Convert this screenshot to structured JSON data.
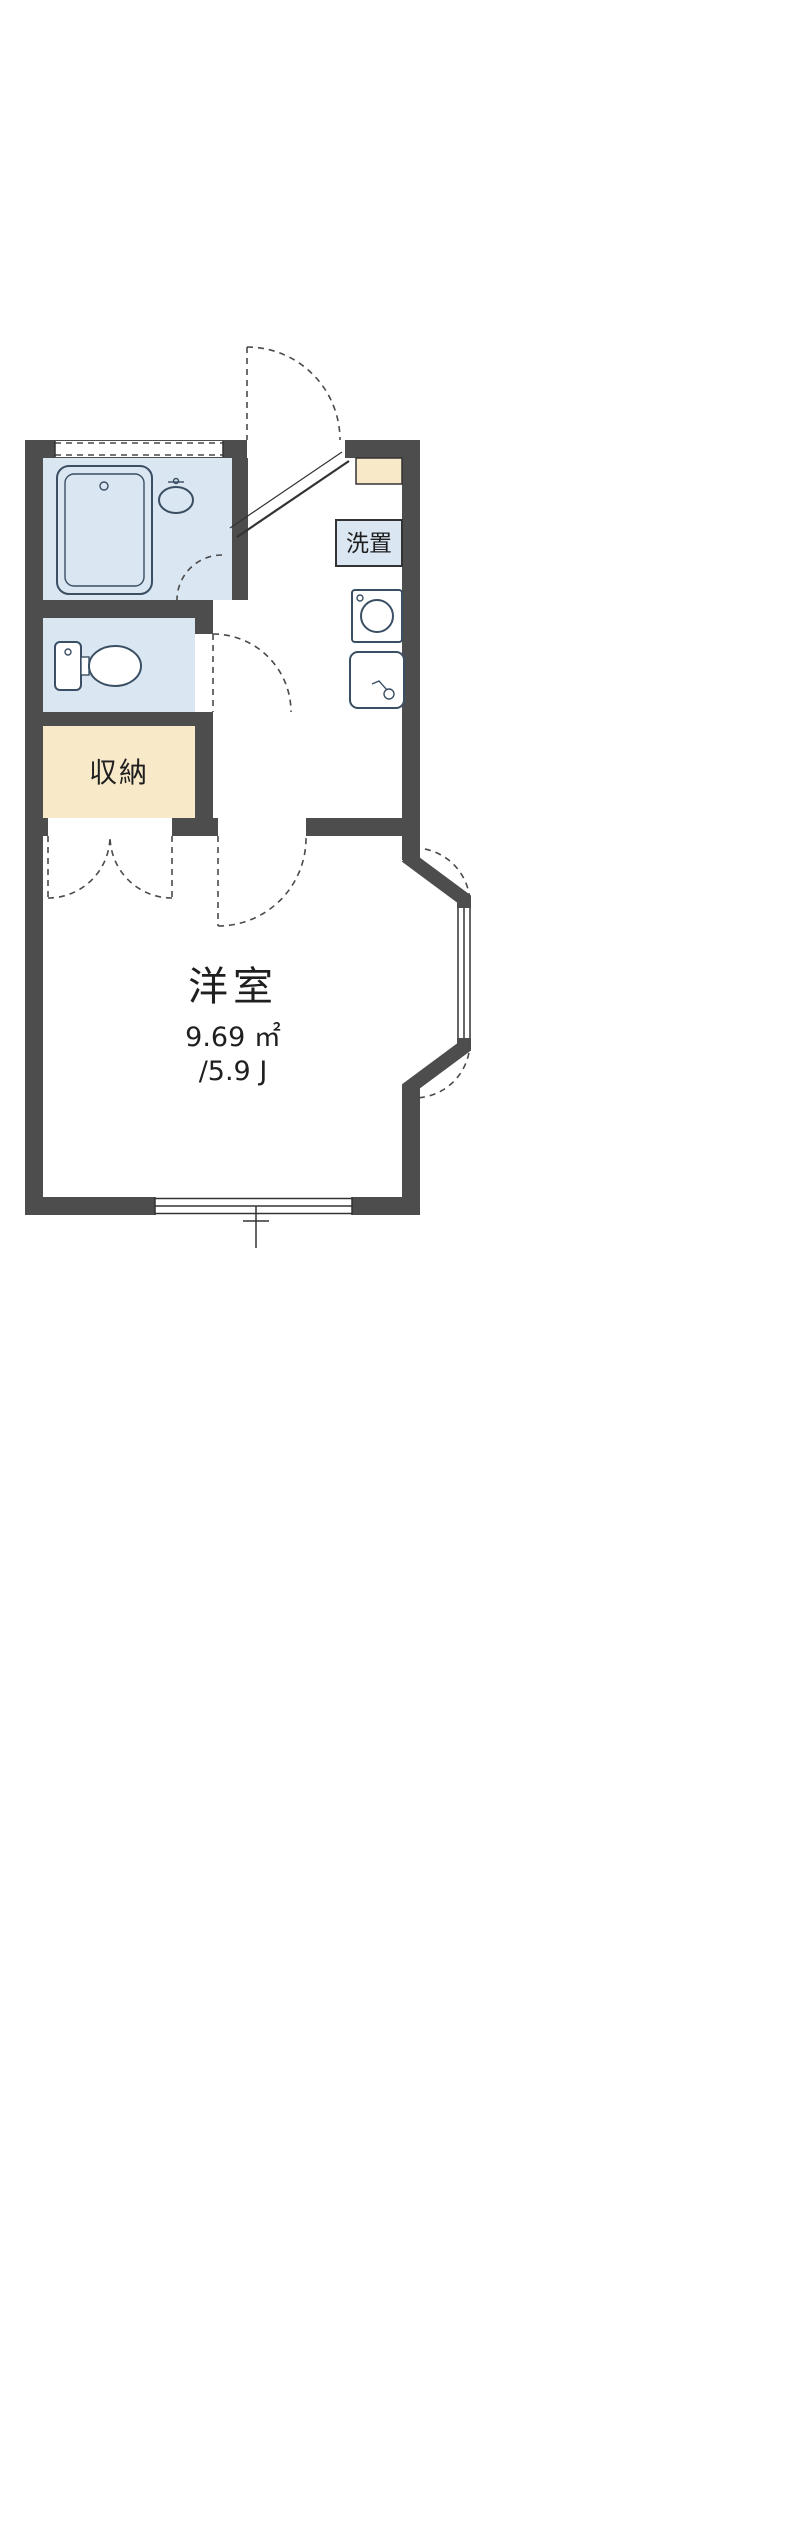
{
  "plan": {
    "labels": {
      "laundry": "洗置",
      "storage": "収納",
      "main_room": "洋室",
      "area_m2": "9.69 ㎡",
      "area_jo": "/5.9 J"
    },
    "colors": {
      "background": "#ffffff",
      "wall": "#4d4d4d",
      "room_blue": "#dae6f2",
      "room_cream": "#f8e9c8",
      "fixture_line": "#3a4f63",
      "dash_line": "#4a4a4a",
      "text": "#1f1f1f"
    }
  }
}
